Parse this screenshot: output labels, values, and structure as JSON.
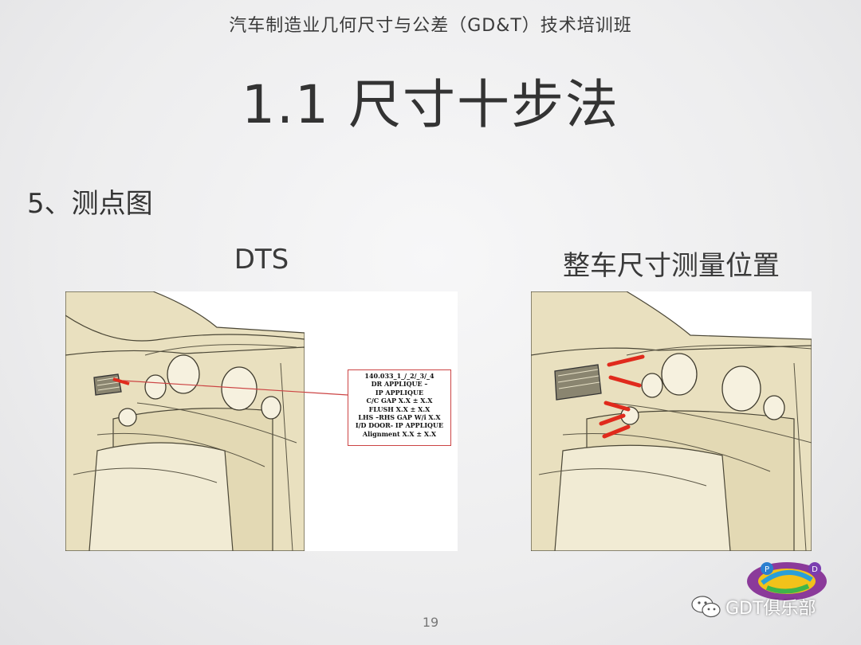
{
  "header": {
    "title": "汽车制造业几何尺寸与公差（GD&T）技术培训班"
  },
  "slide": {
    "title": "1.1 尺寸十步法",
    "section": "5、测点图",
    "left_caption": "DTS",
    "right_caption": "整车尺寸测量位置",
    "page_number": "19"
  },
  "callout": {
    "lines": [
      "140.033_1_/_2/_3/_4",
      "DR APPLIQUE –",
      "IP APPLIQUE",
      "C/C GAP X.X ± X.X",
      "FLUSH X.X ± X.X",
      "LHS –RHS GAP W/i X.X",
      "I/D DOOR- IP APPLIQUE",
      "Alignment X.X ± X.X"
    ]
  },
  "watermark": {
    "text": "GDT俱乐部",
    "logo_letters": [
      "P",
      "D"
    ]
  },
  "colors": {
    "dashboard_fill": "#e9e0bf",
    "dashboard_stroke": "#4a4636",
    "measure_mark": "#e02a1c",
    "callout_border": "#cc4444"
  },
  "icons": [
    "wechat-icon",
    "club-logo"
  ]
}
